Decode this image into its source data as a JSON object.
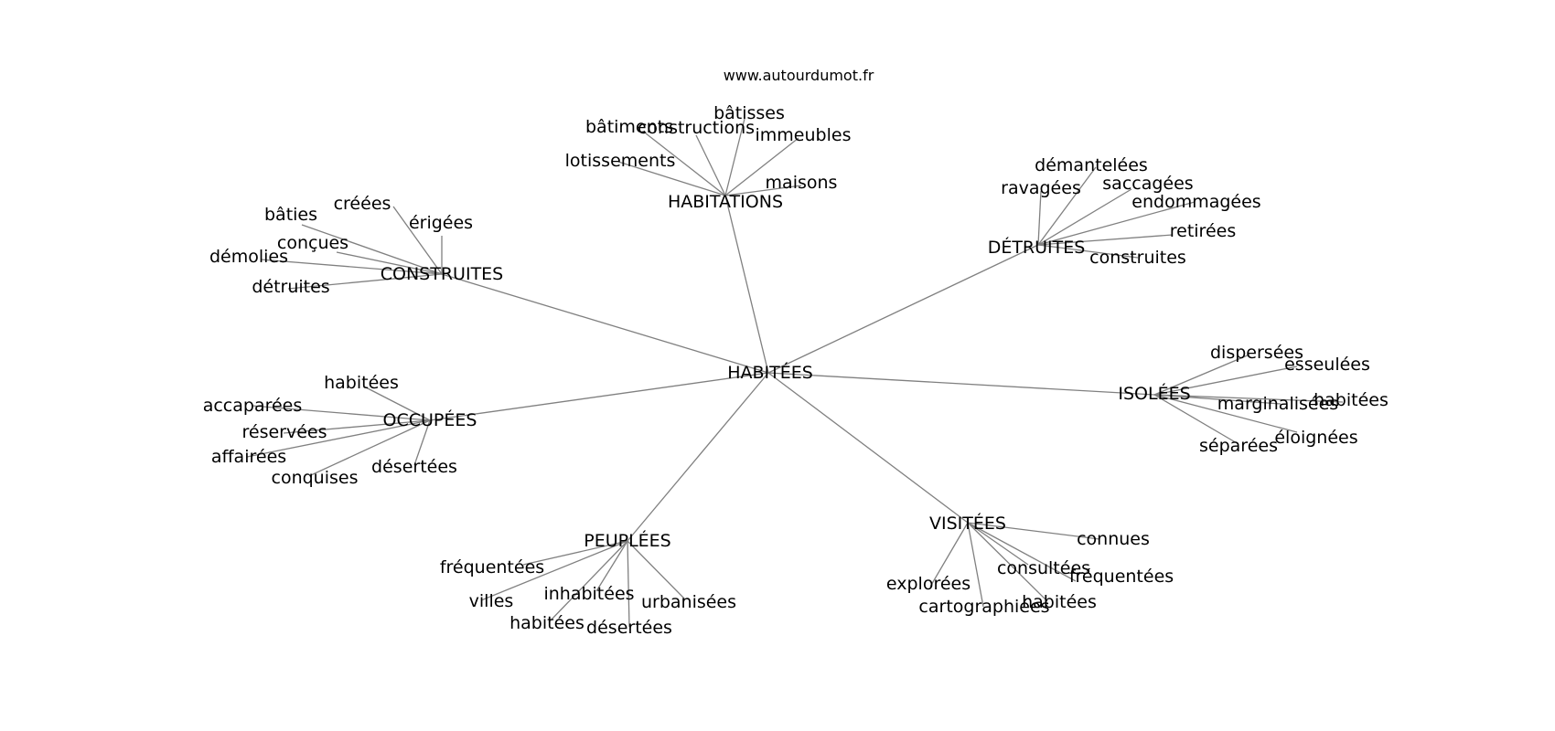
{
  "credit": "www.autourdumot.fr",
  "edge_color": "#808080",
  "root": "HABITÉES",
  "hubs": [
    {
      "key": "constr",
      "label": "CONSTRUITES",
      "leaves": [
        "bâties",
        "créées",
        "érigées",
        "conçues",
        "démolies",
        "détruites"
      ]
    },
    {
      "key": "habit",
      "label": "HABITATIONS",
      "leaves": [
        "bâtiments",
        "constructions",
        "bâtisses",
        "immeubles",
        "lotissements",
        "maisons"
      ]
    },
    {
      "key": "detr",
      "label": "DÉTRUITES",
      "leaves": [
        "démantelées",
        "ravagées",
        "saccagées",
        "endommagées",
        "retirées",
        "construites"
      ]
    },
    {
      "key": "isol",
      "label": "ISOLÉES",
      "leaves": [
        "dispersées",
        "esseulées",
        "habitées",
        "marginalisées",
        "éloignées",
        "séparées"
      ]
    },
    {
      "key": "occup",
      "label": "OCCUPÉES",
      "leaves": [
        "habitées",
        "accaparées",
        "réservées",
        "affairées",
        "conquises",
        "désertées"
      ]
    },
    {
      "key": "peupl",
      "label": "PEUPLÉES",
      "leaves": [
        "fréquentées",
        "villes",
        "inhabitées",
        "habitées",
        "désertées",
        "urbanisées"
      ]
    },
    {
      "key": "visit",
      "label": "VISITÉES",
      "leaves": [
        "connues",
        "consultées",
        "fréquentées",
        "explorées",
        "cartographiées",
        "habitées"
      ]
    }
  ]
}
